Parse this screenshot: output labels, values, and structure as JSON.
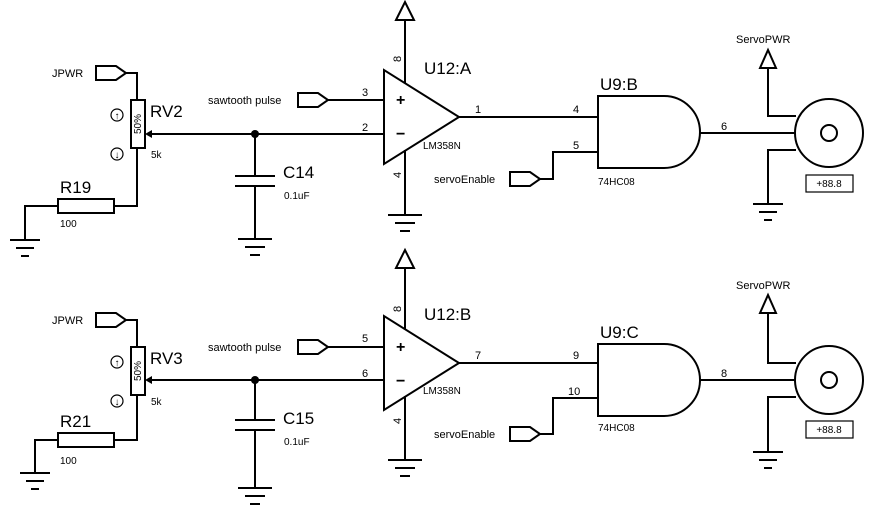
{
  "circuits": [
    {
      "pwr_label": "JPWR",
      "pot_ref": "RV2",
      "pot_value": "5k",
      "pot_pct": "50%",
      "res_ref": "R19",
      "res_value": "100",
      "cap_ref": "C14",
      "cap_value": "0.1uF",
      "sawtooth_label": "sawtooth pulse",
      "opamp_ref": "U12:A",
      "opamp_part": "LM358N",
      "opamp_pin_plus": "3",
      "opamp_pin_minus": "2",
      "opamp_pin_out": "1",
      "opamp_pin_vcc": "8",
      "opamp_pin_gnd": "4",
      "gate_ref": "U9:B",
      "gate_part": "74HC08",
      "gate_pin_a": "4",
      "gate_pin_b": "5",
      "gate_pin_out": "6",
      "enable_label": "servoEnable",
      "servo_pwr_label": "ServoPWR",
      "servo_display": "+88.8"
    },
    {
      "pwr_label": "JPWR",
      "pot_ref": "RV3",
      "pot_value": "5k",
      "pot_pct": "50%",
      "res_ref": "R21",
      "res_value": "100",
      "cap_ref": "C15",
      "cap_value": "0.1uF",
      "sawtooth_label": "sawtooth pulse",
      "opamp_ref": "U12:B",
      "opamp_part": "LM358N",
      "opamp_pin_plus": "5",
      "opamp_pin_minus": "6",
      "opamp_pin_out": "7",
      "opamp_pin_vcc": "8",
      "opamp_pin_gnd": "4",
      "gate_ref": "U9:C",
      "gate_part": "74HC08",
      "gate_pin_a": "9",
      "gate_pin_b": "10",
      "gate_pin_out": "8",
      "enable_label": "servoEnable",
      "servo_pwr_label": "ServoPWR",
      "servo_display": "+88.8"
    }
  ],
  "symbols": {
    "plus": "+",
    "minus": "−",
    "pot_up": "↑",
    "pot_down": "↓"
  }
}
